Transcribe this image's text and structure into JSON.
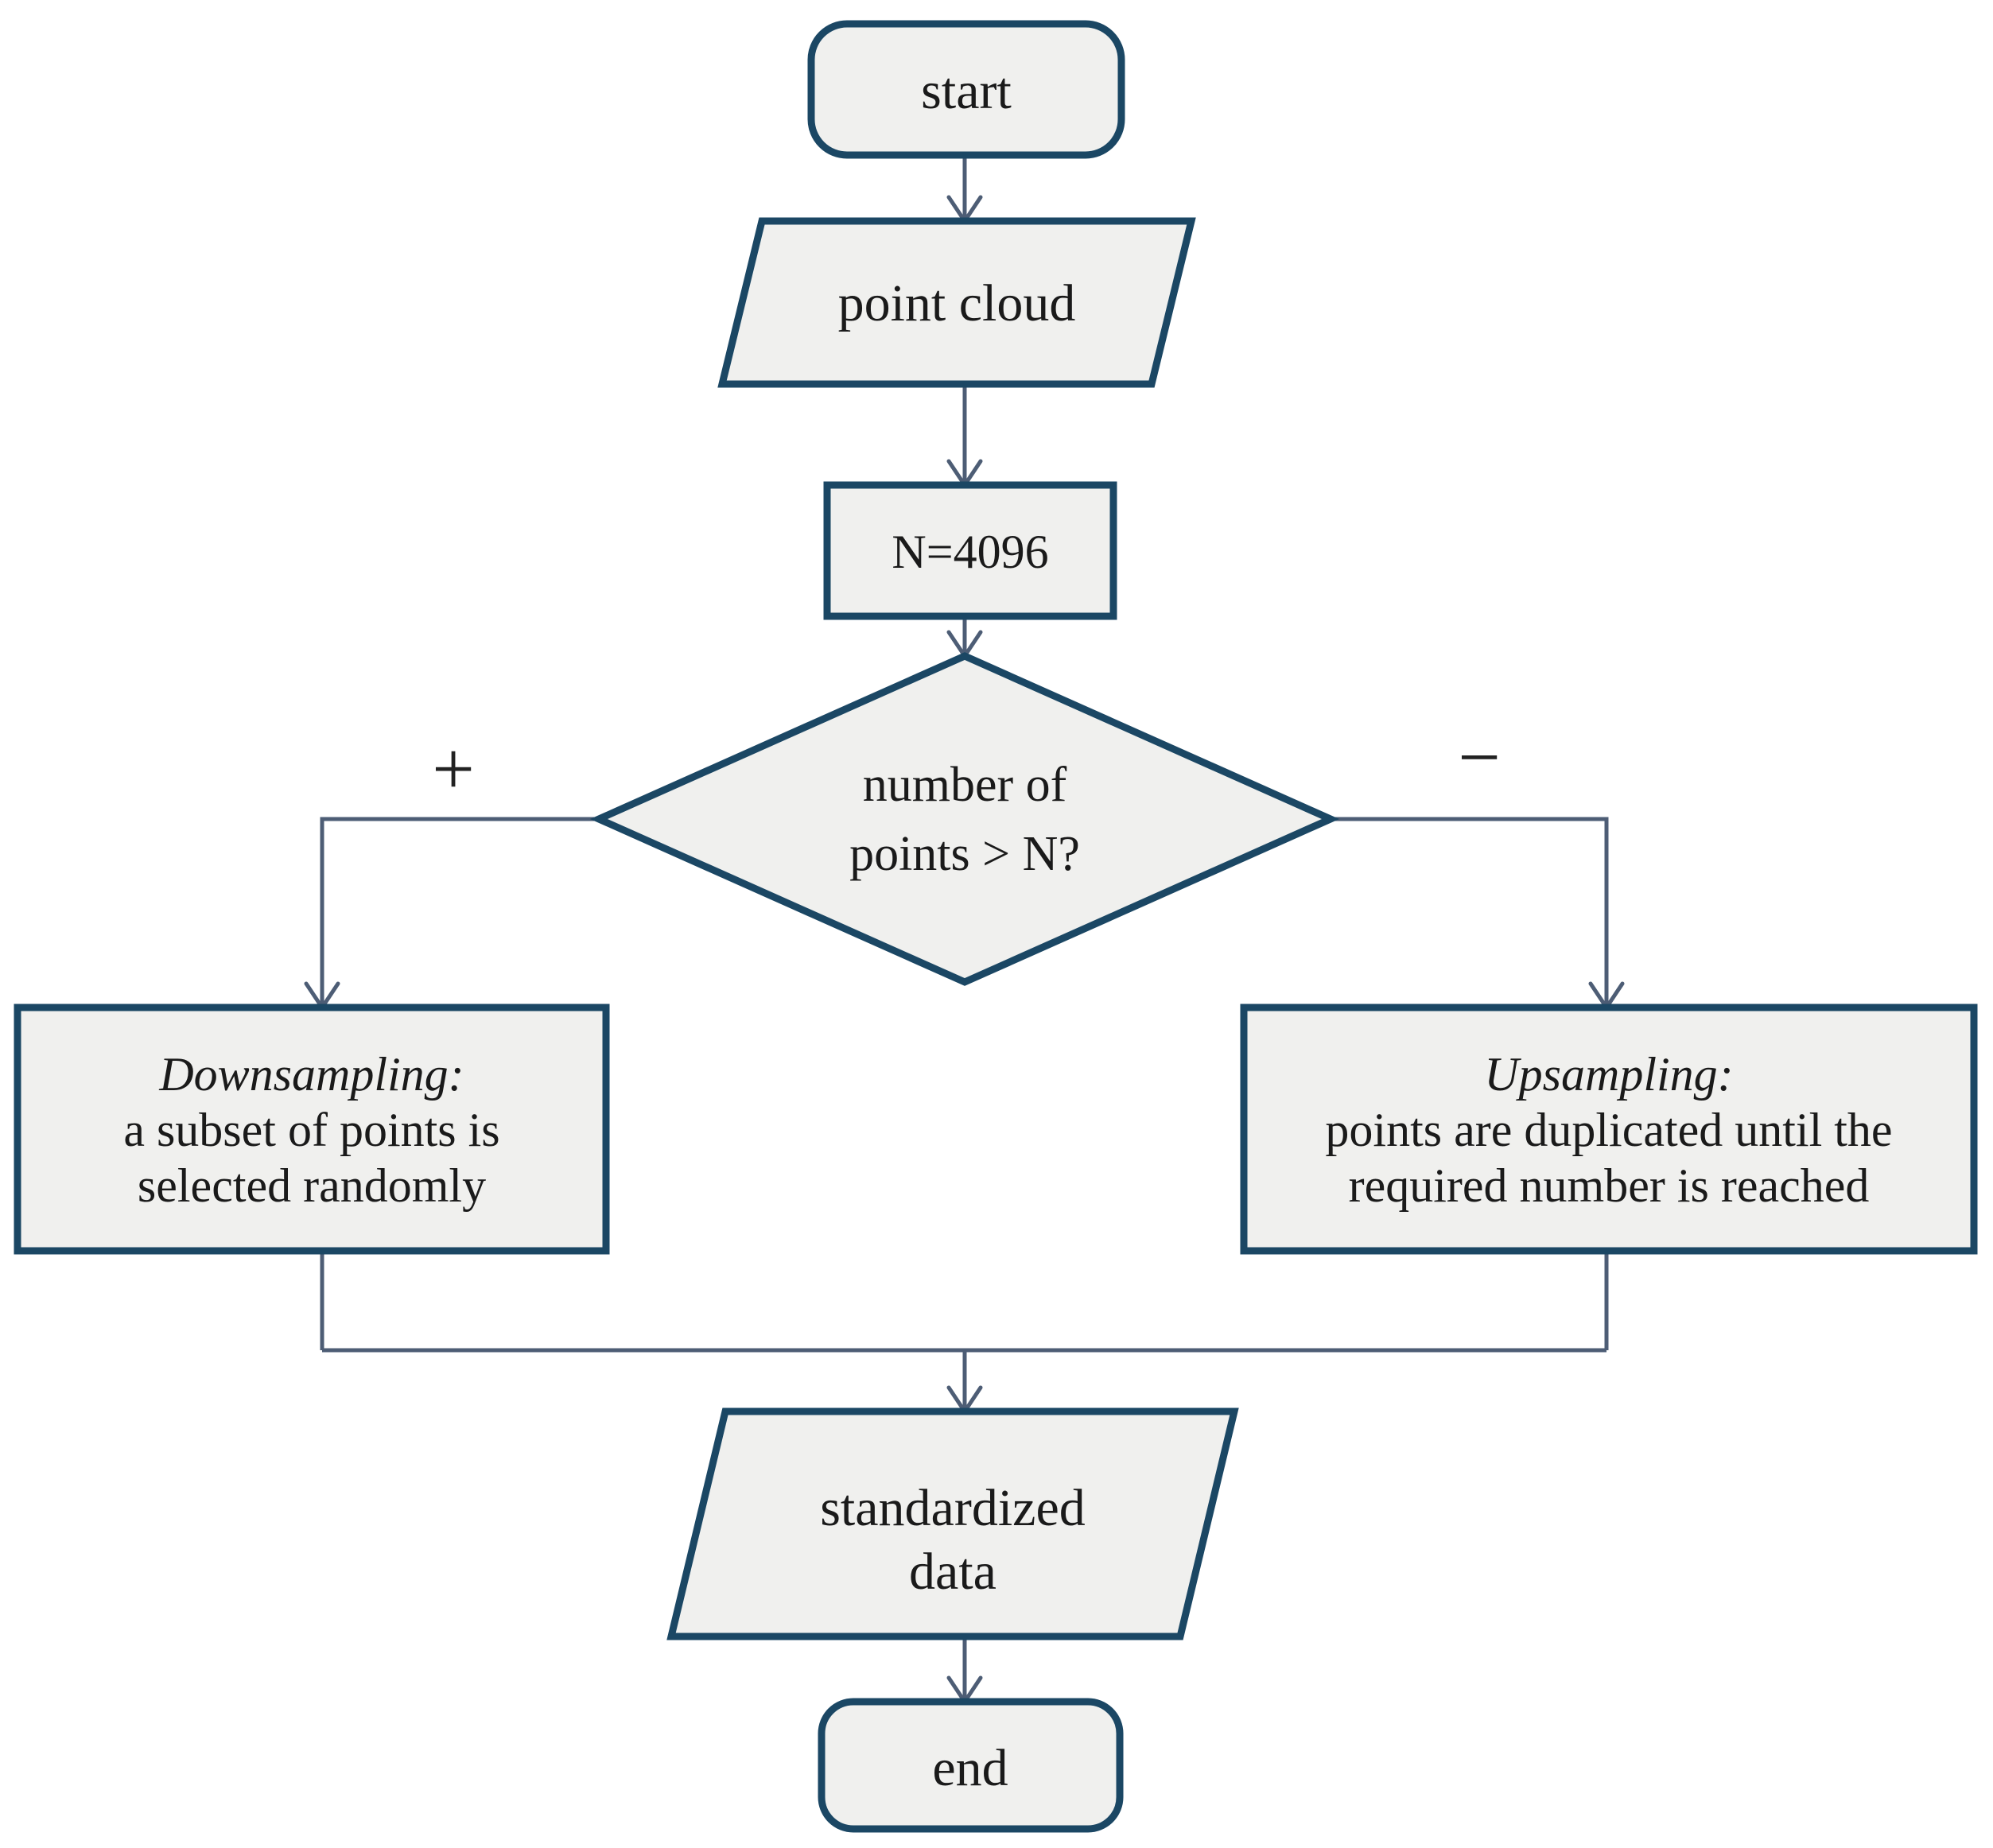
{
  "diagram": {
    "type": "flowchart",
    "colors": {
      "background": "#ffffff",
      "node_fill": "#f0f0ee",
      "node_border": "#1b4764",
      "connector": "#4d5d75",
      "text": "#1a1a1a"
    },
    "nodes": {
      "start": {
        "shape": "terminator",
        "label": "start"
      },
      "point_cloud": {
        "shape": "parallelogram",
        "label": "point cloud"
      },
      "set_n": {
        "shape": "process",
        "label": "N=4096"
      },
      "decision": {
        "shape": "diamond",
        "line1": "number of",
        "line2": "points > N?"
      },
      "downsampling": {
        "shape": "process",
        "title": "Downsampling:",
        "line2": "a subset of points is",
        "line3": "selected randomly"
      },
      "upsampling": {
        "shape": "process",
        "title": "Upsampling:",
        "line2": "points are duplicated until the",
        "line3": "required number is reached"
      },
      "standardized": {
        "shape": "parallelogram",
        "line1": "standardized",
        "line2": "data"
      },
      "end": {
        "shape": "terminator",
        "label": "end"
      }
    },
    "edges": {
      "true_branch_label": "+",
      "false_branch_label": "−"
    }
  }
}
